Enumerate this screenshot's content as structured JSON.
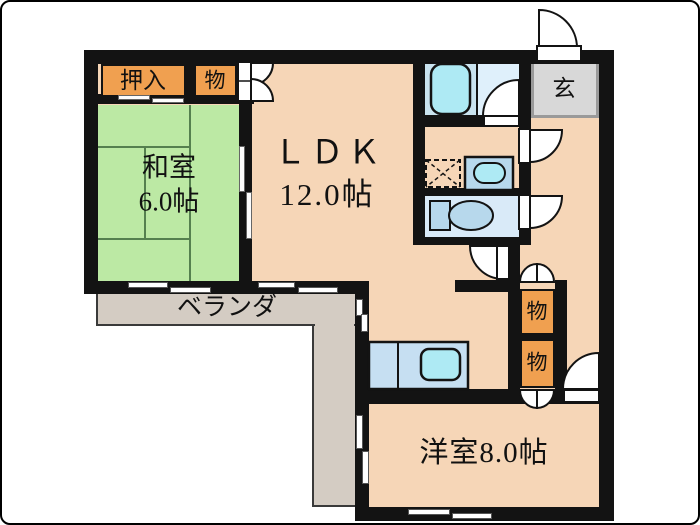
{
  "title": "apartment-floor-plan",
  "colors": {
    "wall": "#131313",
    "floor_main": "#f6d6b7",
    "tatami": "#bce9a4",
    "tatami_line": "#55804f",
    "closet": "#f0a050",
    "veranda": "#d4ccc3",
    "veranda_border": "#3a3a3a",
    "genkan": "#d8d8d8",
    "genkan_border": "#9a9a9a",
    "bath_floor": "#c9e3ef",
    "bath_floor_light": "#dff0fb",
    "toilet_floor": "#d9eaf8",
    "fixture_cyan": "#aeeaf4",
    "fixture_blue": "#b7d8ec",
    "counter": "#c6dff2",
    "text": "#111111"
  },
  "rooms": {
    "ldk": {
      "name": "ＬＤＫ",
      "size": "12.0帖"
    },
    "washitsu": {
      "name": "和室",
      "size": "6.0帖"
    },
    "youshitsu": {
      "label": "洋室8.0帖"
    },
    "genkan": {
      "label": "玄"
    },
    "veranda": {
      "label": "ベランダ"
    },
    "oshiire": {
      "label": "押入"
    },
    "storage_top": {
      "label": "物"
    },
    "storage_upper": {
      "label": "物"
    },
    "storage_lower": {
      "label": "物"
    }
  }
}
